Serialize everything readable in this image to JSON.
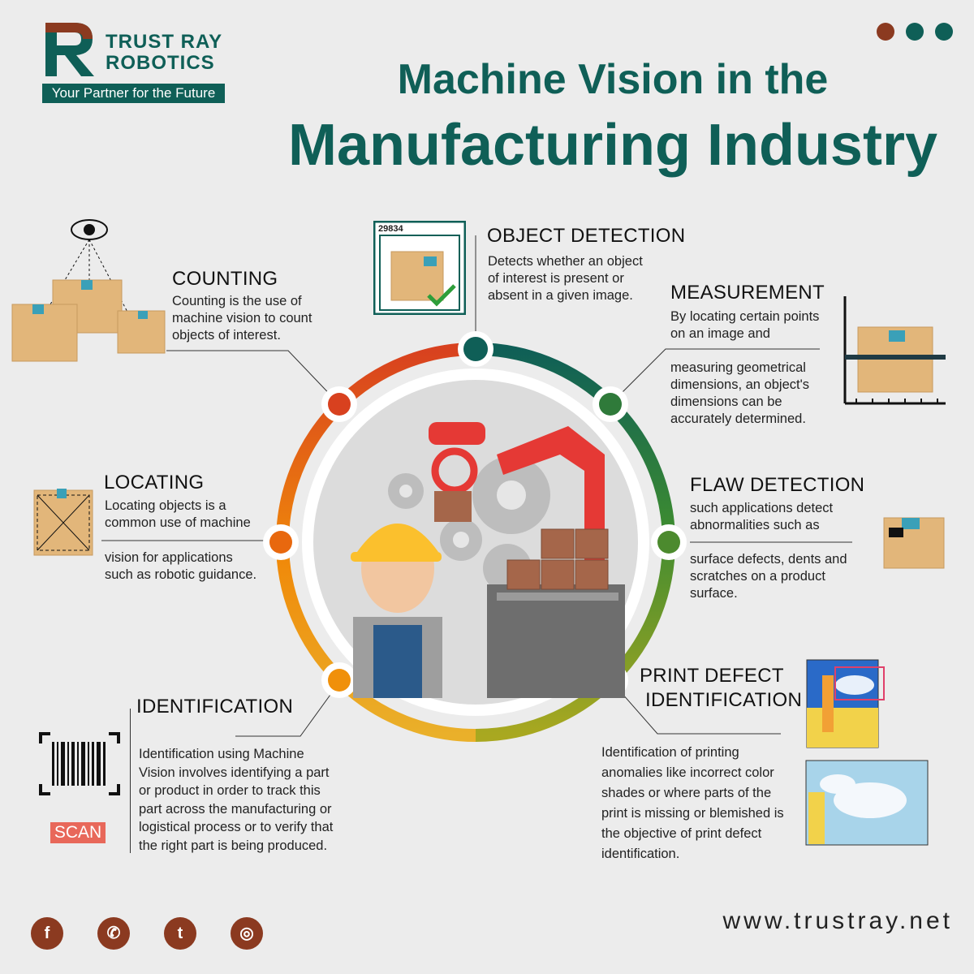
{
  "brand": {
    "name_line1": "TRUST RAY",
    "name_line2": "ROBOTICS",
    "tagline": "Your Partner for the Future",
    "logo_letter": "R"
  },
  "title": {
    "line1": "Machine Vision in the",
    "line2": "Manufacturing Industry"
  },
  "colors": {
    "teal": "#0f5f57",
    "brown": "#8b3a20",
    "background": "#ececec"
  },
  "sections": {
    "counting": {
      "heading": "COUNTING",
      "lines": [
        "Counting is the use of",
        "machine vision to count",
        "objects of interest."
      ]
    },
    "object_detection": {
      "heading": "OBJECT DETECTION",
      "lines": [
        "Detects whether an object",
        "of interest is present or",
        "absent in a given image."
      ],
      "label_number": "29834"
    },
    "measurement": {
      "heading": "MEASUREMENT",
      "lines_top": [
        "By locating certain points",
        "on an image and"
      ],
      "lines_bottom": [
        "measuring geometrical",
        "dimensions, an object's",
        "dimensions can be",
        "accurately determined."
      ]
    },
    "locating": {
      "heading": "LOCATING",
      "lines_top": [
        "Locating objects is a",
        "common use of machine"
      ],
      "lines_bottom": [
        "vision for applications",
        "such as robotic guidance."
      ]
    },
    "flaw_detection": {
      "heading": "FLAW DETECTION",
      "lines_top": [
        "such applications detect",
        "abnormalities such as"
      ],
      "lines_bottom": [
        "surface defects, dents and",
        "scratches on a product",
        "surface."
      ]
    },
    "identification": {
      "heading": "IDENTIFICATION",
      "lines": [
        "Identification using Machine",
        "Vision involves identifying a part",
        "or product in order to track this",
        "part across the manufacturing or",
        "logistical process or to verify that",
        "the right part is being produced."
      ],
      "scan_label": "SCAN"
    },
    "print_defect": {
      "heading_line1": "PRINT DEFECT",
      "heading_line2": "IDENTIFICATION",
      "lines": [
        "Identification of printing",
        "anomalies like incorrect color",
        "shades or where parts of the",
        "print is missing or blemished is",
        "the objective of print defect",
        "identification."
      ]
    }
  },
  "social": [
    {
      "name": "facebook-icon",
      "glyph": "f"
    },
    {
      "name": "whatsapp-icon",
      "glyph": "✆"
    },
    {
      "name": "twitter-icon",
      "glyph": "t"
    },
    {
      "name": "instagram-icon",
      "glyph": "◎"
    }
  ],
  "footer": {
    "url": "www.trustray.net"
  }
}
